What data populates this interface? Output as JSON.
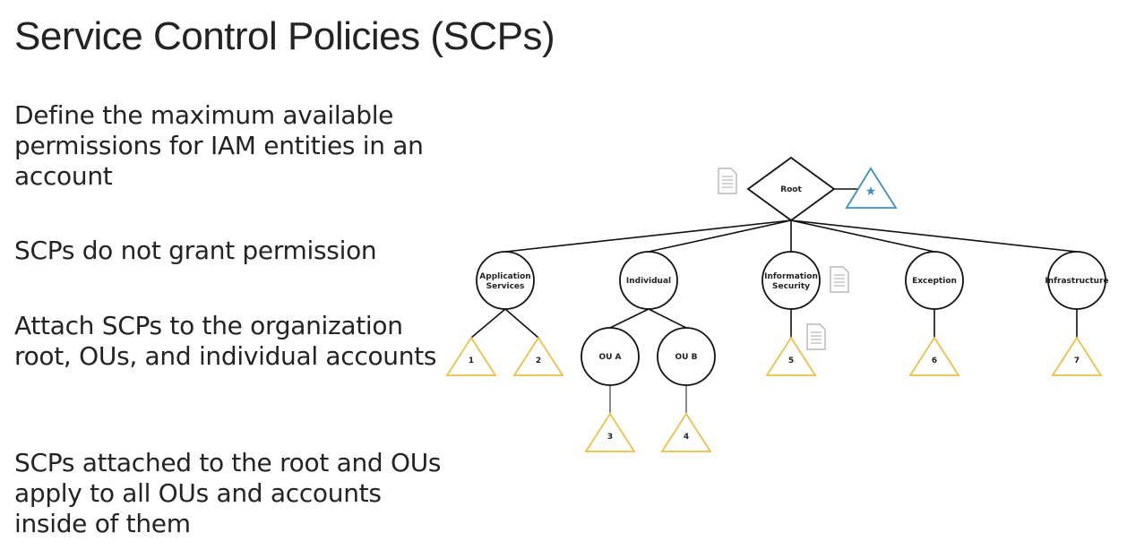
{
  "title": "Service Control Policies (SCPs)",
  "bullets": [
    "Define the maximum available permissions for IAM entities in an account",
    "SCPs do not grant permission",
    "Attach SCPs to the organization root, OUs, and individual accounts",
    "SCPs attached to the root and OUs apply to all OUs and accounts inside of them"
  ],
  "diagram": {
    "root": "Root",
    "ous": [
      "Application",
      "Services",
      "Individual",
      "Information",
      "Security",
      "Exception",
      "Infrastructure",
      "OU A",
      "OU B"
    ],
    "accounts": [
      "1",
      "2",
      "3",
      "4",
      "5",
      "6",
      "7"
    ],
    "colors": {
      "account": "#e8c04a",
      "management": "#3b8fc2",
      "line": "#111111"
    }
  }
}
